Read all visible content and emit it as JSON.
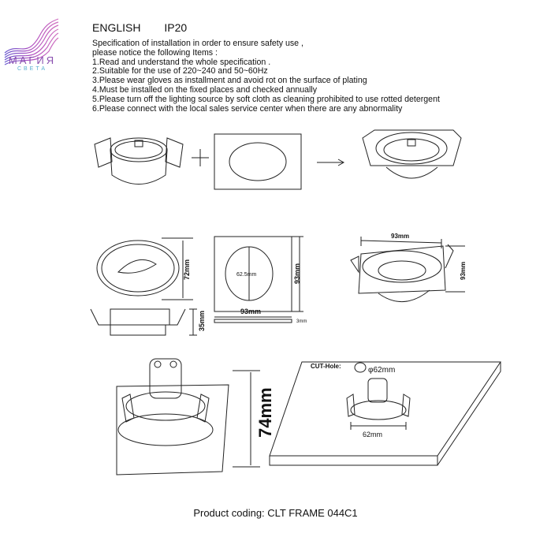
{
  "logo": {
    "line1": "МАГИЯ",
    "line2": "СВЕТА"
  },
  "header": {
    "language": "ENGLISH",
    "rating": "IP20"
  },
  "spec": {
    "intro": [
      "Specification of installation in order to ensure safety use ,",
      "please notice the following Items :"
    ],
    "items": [
      "1.Read and understand the whole specification .",
      "2.Suitable for the use of 220~240 and 50~60Hz",
      "3.Please wear gloves as installment and avoid rot on the surface of plating",
      "4.Must be installed on the fixed places and checked annually",
      "5.Please turn off the lighting source by soft cloth as cleaning prohibited to use rotted detergent",
      "6.Please connect with the local sales service center when there are any abnormality"
    ]
  },
  "dimensions": {
    "d72": "72mm",
    "d35": "35mm",
    "d625": "62.5mm",
    "d93a": "93mm",
    "d93b": "93mm",
    "d93c": "93mm",
    "d93d": "93mm",
    "d3": "3mm",
    "d74": "74mm",
    "cut_label": "CUT-Hole:",
    "cut_dia": "φ62mm",
    "d62": "62mm"
  },
  "footer": {
    "coding": "Product coding: CLT FRAME 044C1"
  }
}
